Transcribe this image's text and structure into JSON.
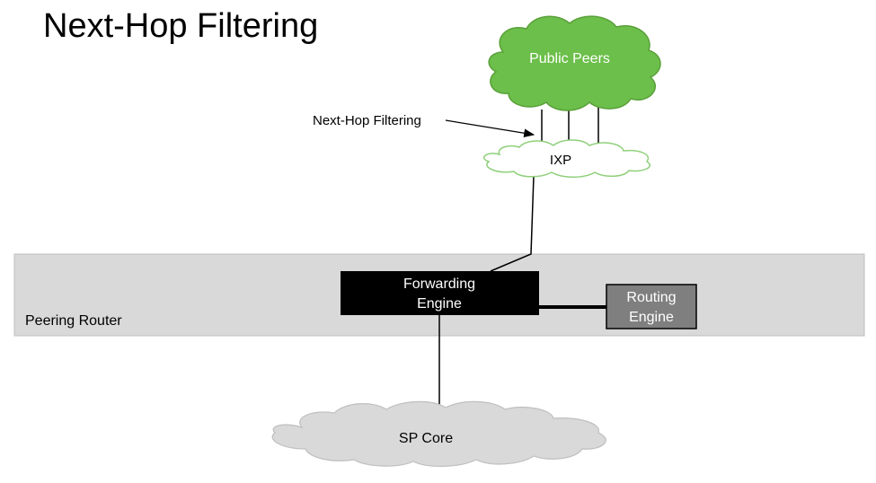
{
  "title": "Next-Hop Filtering",
  "nodes": {
    "public_peers": "Public Peers",
    "ixp": "IXP",
    "forwarding_engine": [
      "Forwarding",
      "Engine"
    ],
    "routing_engine": [
      "Routing",
      "Engine"
    ],
    "peering_router": "Peering Router",
    "sp_core": "SP Core"
  },
  "annotation": "Next-Hop Filtering",
  "colors": {
    "public_peers_fill": "#6cbf4a",
    "public_peers_stroke": "#5aa03a",
    "ixp_stroke": "#8fd07a",
    "router_band": "#d9d9d9",
    "forwarding_engine_fill": "#000000",
    "routing_engine_fill": "#7f7f7f",
    "sp_core_fill": "#d9d9d9"
  }
}
